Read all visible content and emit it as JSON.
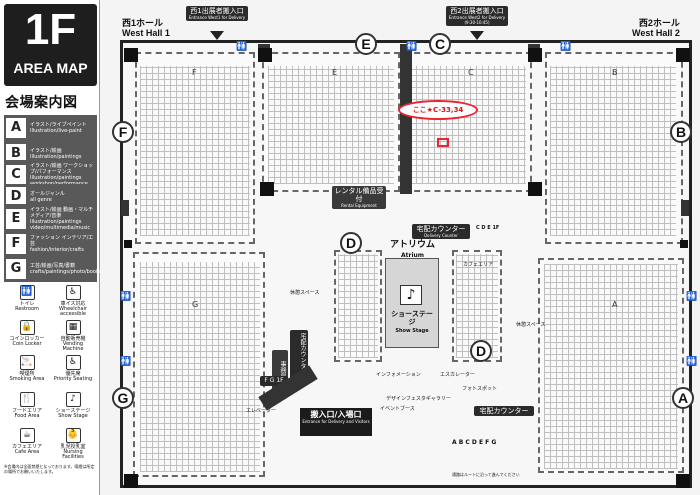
{
  "logo": {
    "big": "1F",
    "sub": "AREA MAP"
  },
  "venue_title": "会場案内図",
  "legend": [
    {
      "key": "A",
      "jp": "イラスト/ライブペイント",
      "en": "Illustration/live-paint"
    },
    {
      "key": "B",
      "jp": "イラスト/絵画",
      "en": "Illustration/paintings"
    },
    {
      "key": "C",
      "jp": "イラスト/絵画 ワークショップ/パフォーマンス",
      "en": "Illustration/paintings workshop/performance"
    },
    {
      "key": "D",
      "jp": "オールジャンル",
      "en": "all genre"
    },
    {
      "key": "E",
      "jp": "イラスト/絵画 動画・マルチメディア/音楽",
      "en": "Illustration/paintings video/multimedia/music"
    },
    {
      "key": "F",
      "jp": "ファッション インテリア/工芸",
      "en": "fashion/interior/crafts"
    },
    {
      "key": "G",
      "jp": "工芸/絵画/写真/書籍",
      "en": "crafts/paintings/photo/books"
    }
  ],
  "facilities": [
    {
      "icon": "restroom-icon",
      "glyph": "🚻",
      "jp": "トイレ",
      "en": "Restroom"
    },
    {
      "icon": "wheelchair-icon",
      "glyph": "♿",
      "jp": "車イス対応",
      "en": "Wheelchair accessible"
    },
    {
      "icon": "coin-locker-icon",
      "glyph": "🔒",
      "jp": "コインロッカー",
      "en": "Coin Locker"
    },
    {
      "icon": "vending-icon",
      "glyph": "▦",
      "jp": "自動販売機",
      "en": "Vending Machine"
    },
    {
      "icon": "smoking-icon",
      "glyph": "🚬",
      "jp": "喫煙所",
      "en": "Smoking Area"
    },
    {
      "icon": "priority-seat-icon",
      "glyph": "♿",
      "jp": "優先席",
      "en": "Priority Seating"
    },
    {
      "icon": "food-icon",
      "glyph": "🍴",
      "jp": "フードエリア",
      "en": "Food Area"
    },
    {
      "icon": "show-stage-icon",
      "glyph": "♪",
      "jp": "ショーステージ",
      "en": "Show Stage"
    },
    {
      "icon": "cafe-icon",
      "glyph": "☕",
      "jp": "カフェエリア",
      "en": "Cafe Area"
    },
    {
      "icon": "nursing-icon",
      "glyph": "👶",
      "jp": "乳児授乳室",
      "en": "Nursing Facilities"
    }
  ],
  "note": "※会場内は全面禁煙となっております。喫煙は所定の場所でお願いいたします。",
  "halls": {
    "west1_jp": "西1ホール",
    "west1_en": "West Hall 1",
    "west2_jp": "西2ホール",
    "west2_en": "West Hall 2"
  },
  "delivery_entrances": [
    {
      "jp": "西1出展者搬入口",
      "en": "Entrance West1 for Delivery",
      "time": ""
    },
    {
      "jp": "西2出展者搬入口",
      "en": "Entrance West2 for Delivery",
      "time": "(9:30-10:45)"
    }
  ],
  "zone_circles": [
    "F",
    "E",
    "C",
    "B",
    "D",
    "D",
    "G",
    "A"
  ],
  "zone_labels": [
    "F",
    "E",
    "C",
    "B",
    "G",
    "A"
  ],
  "callout": "ここ★C-33,34",
  "atrium": {
    "jp": "アトリウム",
    "en": "Atrium"
  },
  "show_stage": {
    "jp": "ショーステージ",
    "en": "Show Stage"
  },
  "counters": [
    {
      "jp": "宅配カウンター",
      "en": "Delivery Counter"
    },
    {
      "jp": "宅配カウンター",
      "en": ""
    }
  ],
  "rental": {
    "jp": "レンタル備品受付",
    "en": "Rental Equipment"
  },
  "main_entrance": {
    "jp": "搬入口/入場口",
    "en": "Entrance for Delivery and Visitors"
  },
  "small_labels": {
    "cde": "C D E 1F",
    "fg": "F G 1F",
    "rest_space": "休憩スペース",
    "rest_space2": "休憩スペース",
    "cafe": "カフェエリア",
    "escalator": "エスカレーター",
    "info": "インフォメーション",
    "photo_spot": "フォトスポット",
    "design_festa": "デザインフェスタギャラリー",
    "event_booth": "イベントブース",
    "elevator": "エレベーター",
    "office": "事務局",
    "abcdefg": "A B C D E F G",
    "passage": "通路はルートに沿って進んでください"
  }
}
